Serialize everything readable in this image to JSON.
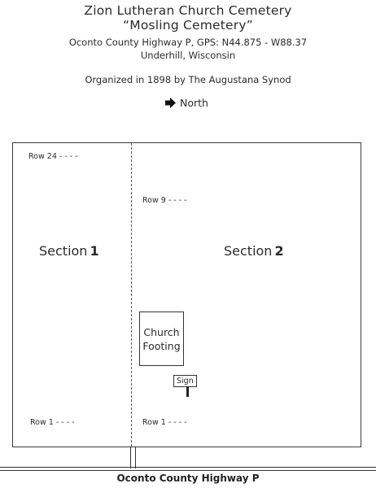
{
  "header": {
    "title": "Zion Lutheran Church Cemetery",
    "subtitle": "“Mosling Cemetery”",
    "location": "Oconto County Highway P, GPS:  N44.875 - W88.37",
    "town": "Underhill, Wisconsin",
    "organized": "Organized in 1898 by The Augustana Synod"
  },
  "compass": {
    "label": "North",
    "icon": "arrow-right-icon"
  },
  "plot": {
    "section1": {
      "label": "Section",
      "number": "1"
    },
    "section2": {
      "label": "Section",
      "number": "2"
    },
    "rows": {
      "s1_top": "Row 24 - - - -",
      "s1_bottom": "Row 1 - - - -",
      "s2_top": "Row 9 - - - -",
      "s2_bottom": "Row 1 - - - -"
    },
    "footing": {
      "line1": "Church",
      "line2": "Footing"
    },
    "sign": "Sign"
  },
  "road": {
    "label": "Oconto County Highway P"
  }
}
